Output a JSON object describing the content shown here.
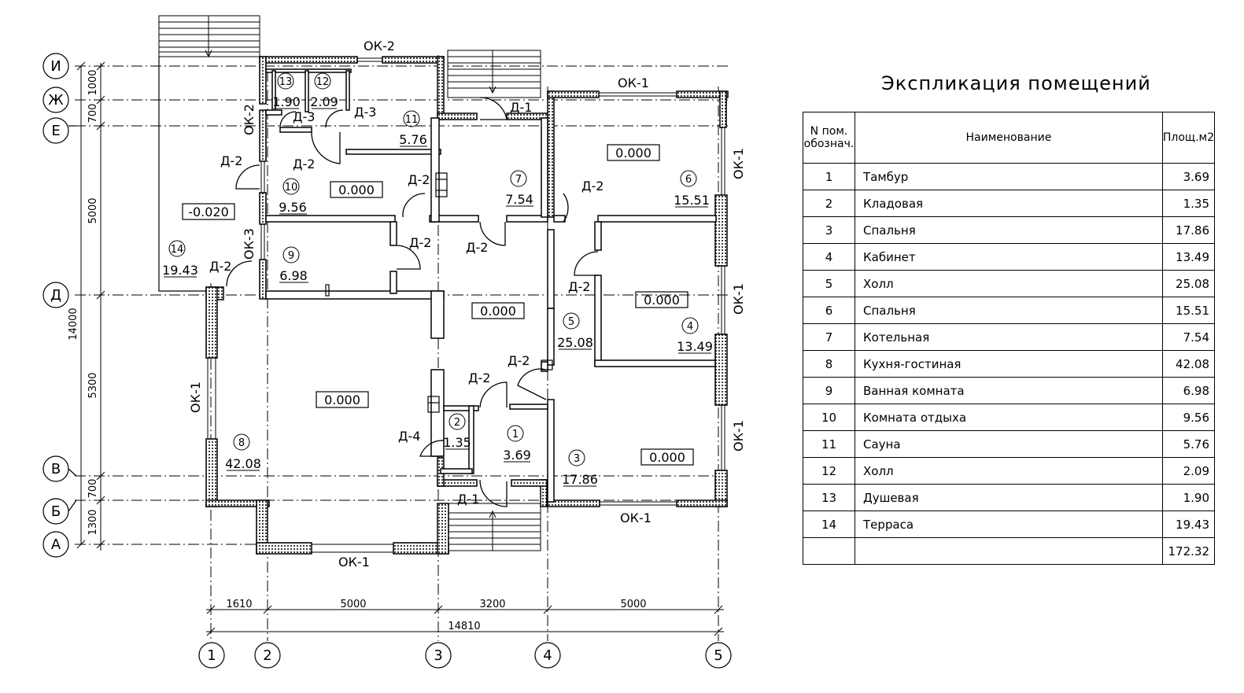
{
  "plan": {
    "axes_letters": [
      "И",
      "Ж",
      "Е",
      "Д",
      "В",
      "Б",
      "А"
    ],
    "axes_numbers": [
      "1",
      "2",
      "3",
      "4",
      "5"
    ],
    "dims_left": [
      "1000",
      "700",
      "5000",
      "14000",
      "5300",
      "700",
      "1300"
    ],
    "dims_bottom": [
      "1610",
      "5000",
      "3200",
      "5000",
      "14810"
    ],
    "rooms": [
      {
        "no": "1",
        "area": "3.69"
      },
      {
        "no": "2",
        "area": "1.35"
      },
      {
        "no": "3",
        "area": "17.86"
      },
      {
        "no": "4",
        "area": "13.49"
      },
      {
        "no": "5",
        "area": "25.08"
      },
      {
        "no": "6",
        "area": "15.51"
      },
      {
        "no": "7",
        "area": "7.54"
      },
      {
        "no": "8",
        "area": "42.08"
      },
      {
        "no": "9",
        "area": "6.98"
      },
      {
        "no": "10",
        "area": "9.56"
      },
      {
        "no": "11",
        "area": "5.76"
      },
      {
        "no": "12",
        "area": "2.09"
      },
      {
        "no": "13",
        "area": "1.90"
      },
      {
        "no": "14",
        "area": "19.43"
      }
    ],
    "levels": [
      "0.000",
      "-0.020"
    ],
    "windows": [
      "ОК-1",
      "ОК-2",
      "ОК-3"
    ],
    "doors": [
      "Д-1",
      "Д-2",
      "Д-3",
      "Д-4"
    ]
  },
  "explication": {
    "title": "Экспликация помещений",
    "headers": {
      "no": "N пом. обознач.",
      "name": "Наименование",
      "area": "Площ.м2"
    },
    "rows": [
      {
        "no": "1",
        "name": "Тамбур",
        "area": "3.69"
      },
      {
        "no": "2",
        "name": "Кладовая",
        "area": "1.35"
      },
      {
        "no": "3",
        "name": "Спальня",
        "area": "17.86"
      },
      {
        "no": "4",
        "name": "Кабинет",
        "area": "13.49"
      },
      {
        "no": "5",
        "name": "Холл",
        "area": "25.08"
      },
      {
        "no": "6",
        "name": "Спальня",
        "area": "15.51"
      },
      {
        "no": "7",
        "name": "Котельная",
        "area": "7.54"
      },
      {
        "no": "8",
        "name": "Кухня-гостиная",
        "area": "42.08"
      },
      {
        "no": "9",
        "name": "Ванная комната",
        "area": "6.98"
      },
      {
        "no": "10",
        "name": "Комната отдыха",
        "area": "9.56"
      },
      {
        "no": "11",
        "name": "Сауна",
        "area": "5.76"
      },
      {
        "no": "12",
        "name": "Холл",
        "area": "2.09"
      },
      {
        "no": "13",
        "name": "Душевая",
        "area": "1.90"
      },
      {
        "no": "14",
        "name": "Терраса",
        "area": "19.43"
      }
    ],
    "total": "172.32"
  }
}
